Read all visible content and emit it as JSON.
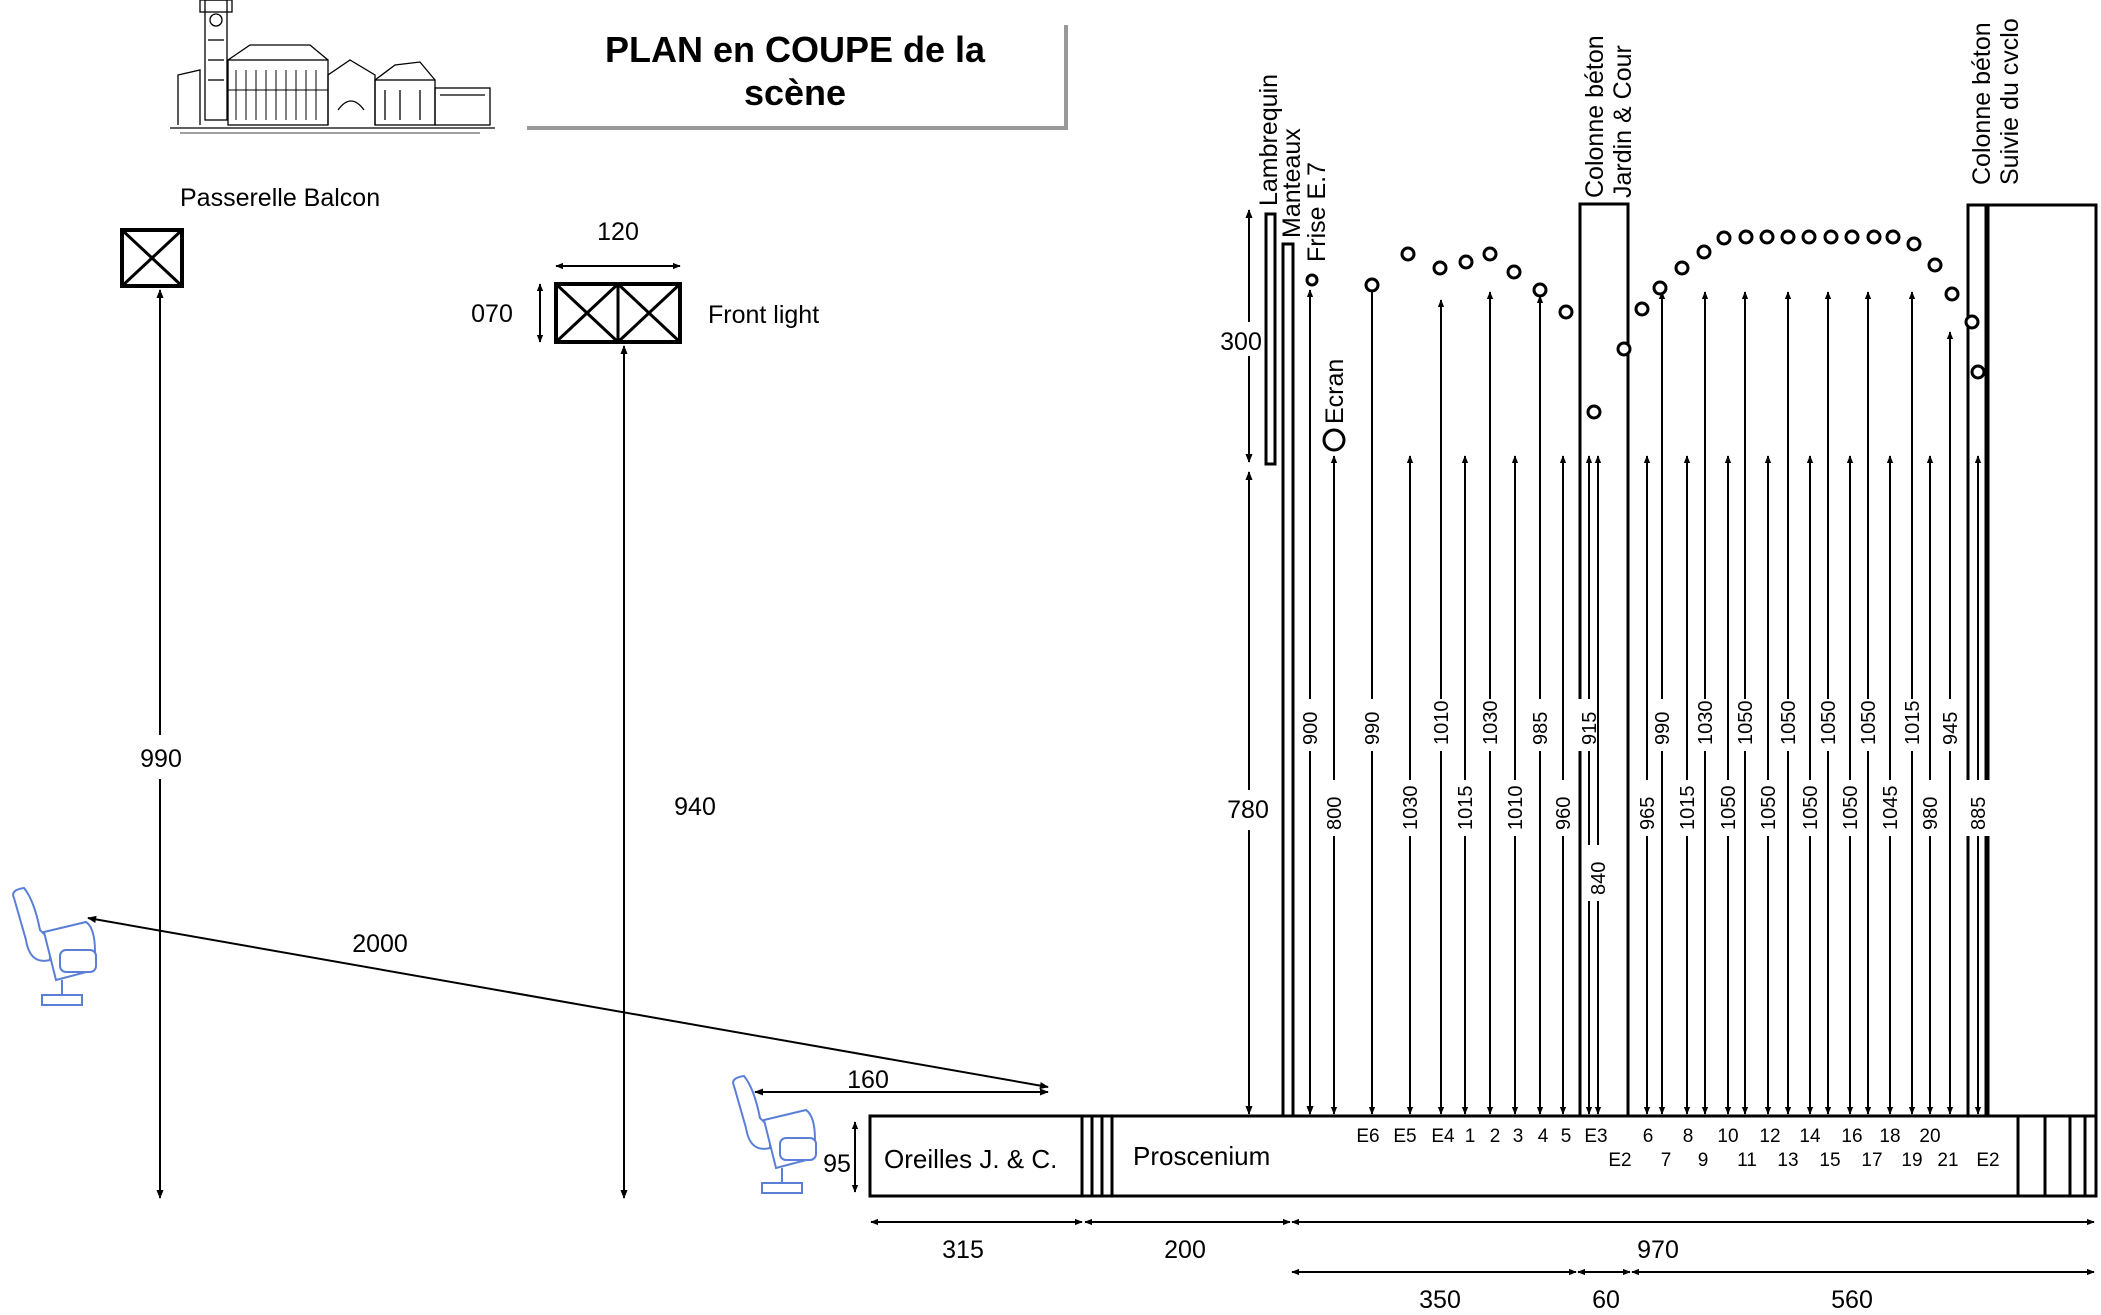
{
  "title": {
    "line1": "PLAN en COUPE de la",
    "line2": "scène"
  },
  "labels": {
    "passerelle_balcon": "Passerelle Balcon",
    "front_light": "Front light",
    "front_width": "120",
    "front_height": "070",
    "balcony_dist": "990",
    "front_dist": "940",
    "audience_dist": "2000",
    "seat_dist": "160",
    "stage_height": "95",
    "oreilles": "Oreilles J. & C.",
    "proscenium": "Proscenium",
    "lambrequin": "Lambrequin",
    "manteaux": "Manteaux",
    "frise": "Frise E.7",
    "ecran": "Ecran",
    "colonne1_a": "Colonne béton",
    "colonne1_b": "Jardin & Cour",
    "colonne2_a": "Colonne béton",
    "colonne2_b": "Suivie du cvclo",
    "h300": "300",
    "h780": "780"
  },
  "bottom_dims": [
    "315",
    "200",
    "970",
    "350",
    "60",
    "560"
  ],
  "stage_labels_top": [
    "E6",
    "E5",
    "E4",
    "1",
    "2",
    "3",
    "4",
    "5",
    "E3",
    "6",
    "8",
    "10",
    "12",
    "14",
    "16",
    "18",
    "20"
  ],
  "stage_labels_bottom": [
    "E2",
    "7",
    "9",
    "11",
    "13",
    "15",
    "17",
    "19",
    "21",
    "E2"
  ],
  "high_values": [
    "900",
    "990",
    "1010",
    "1030",
    "985",
    "915",
    "990",
    "1030",
    "1050",
    "1050",
    "1050",
    "1050",
    "1015",
    "945"
  ],
  "low_values": [
    "800",
    "1030",
    "1015",
    "1010",
    "960",
    "840",
    "965",
    "1015",
    "1050",
    "1050",
    "1050",
    "1050",
    "1045",
    "980",
    "885"
  ],
  "colors": {
    "line": "#000000",
    "seat": "#5b7fd6"
  }
}
